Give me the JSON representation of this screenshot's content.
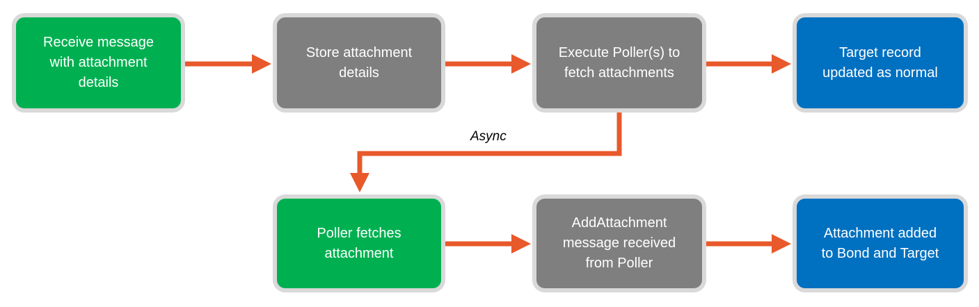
{
  "diagram": {
    "nodes": [
      {
        "id": "n1",
        "label": "Receive message\nwith attachment\ndetails",
        "color": "#00b050"
      },
      {
        "id": "n2",
        "label": "Store attachment\ndetails",
        "color": "#7f7f7f"
      },
      {
        "id": "n3",
        "label": "Execute Poller(s) to\nfetch attachments",
        "color": "#7f7f7f"
      },
      {
        "id": "n4",
        "label": "Target record\nupdated as normal",
        "color": "#0070c0"
      },
      {
        "id": "n5",
        "label": "Poller fetches\nattachment",
        "color": "#00b050"
      },
      {
        "id": "n6",
        "label": "AddAttachment\nmessage received\nfrom Poller",
        "color": "#7f7f7f"
      },
      {
        "id": "n7",
        "label": "Attachment added\nto Bond and Target",
        "color": "#0070c0"
      }
    ],
    "edges": [
      {
        "from": "n1",
        "to": "n2"
      },
      {
        "from": "n2",
        "to": "n3"
      },
      {
        "from": "n3",
        "to": "n4"
      },
      {
        "from": "n3",
        "to": "n5",
        "label": "Async"
      },
      {
        "from": "n5",
        "to": "n6"
      },
      {
        "from": "n6",
        "to": "n7"
      }
    ],
    "arrow_color": "#e8592b",
    "border_color": "#d9d9d9"
  }
}
